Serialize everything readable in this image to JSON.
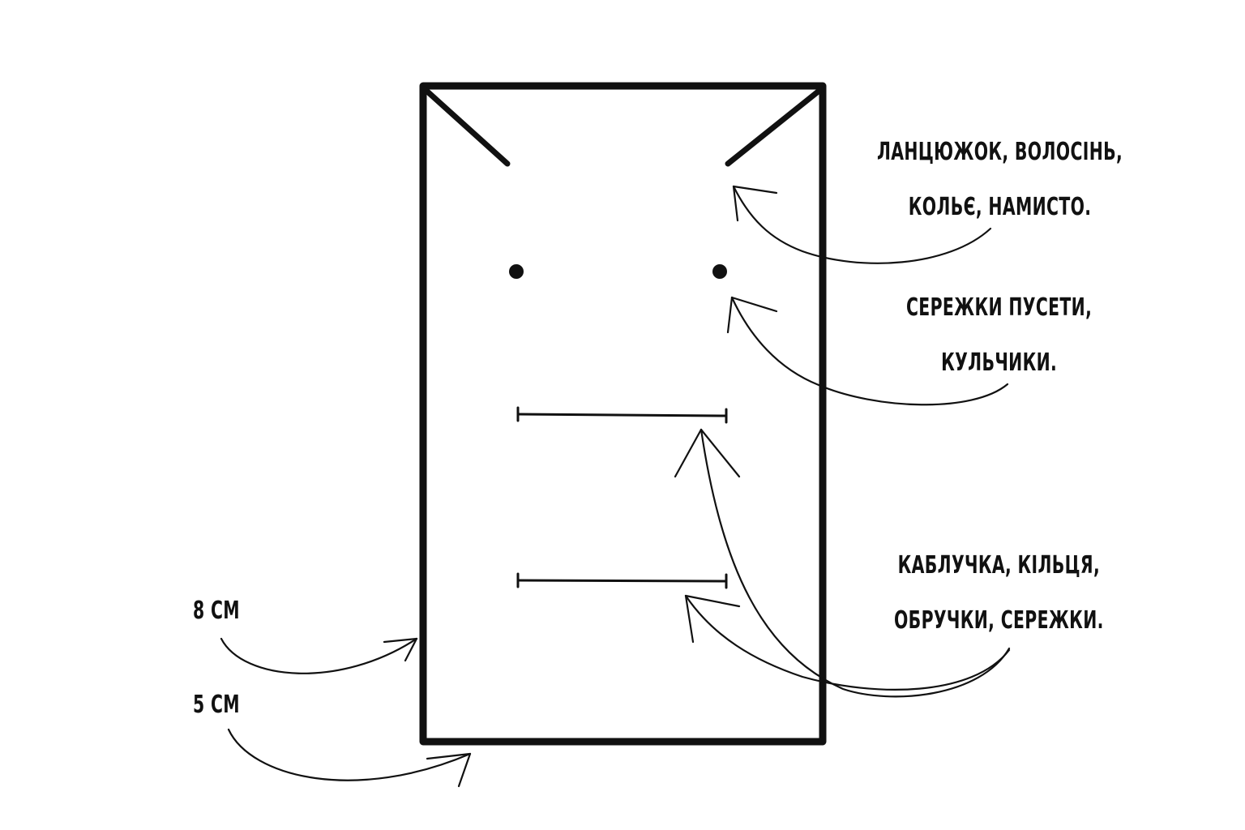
{
  "labels": {
    "chain": [
      "ЛАНЦЮЖОК, ВОЛОСІНЬ,",
      "КОЛЬЄ, НАМИСТО."
    ],
    "earrings": [
      "СЕРЕЖКИ ПУСЕТИ,",
      "КУЛЬЧИКИ."
    ],
    "rings": [
      "КАБЛУЧКА, КІЛЬЦЯ,",
      "ОБРУЧКИ, СЕРЕЖКИ."
    ],
    "height": "8 СМ",
    "width": "5 СМ"
  },
  "colors": {
    "ink": "#111111",
    "background": "#ffffff"
  }
}
